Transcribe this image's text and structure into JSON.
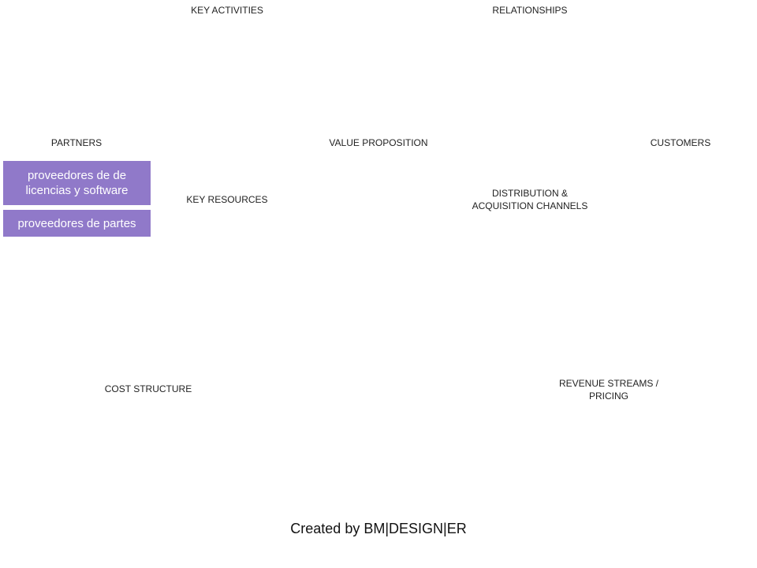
{
  "canvas": {
    "sections": {
      "key_activities": "KEY ACTIVITIES",
      "relationships": "RELATIONSHIPS",
      "partners": "PARTNERS",
      "value_proposition": "VALUE PROPOSITION",
      "customers": "CUSTOMERS",
      "key_resources": "KEY RESOURCES",
      "distribution_channels": "DISTRIBUTION  &\nACQUISITION  CHANNELS",
      "cost_structure": "COST  STRUCTURE",
      "revenue_streams": "REVENUE  STREAMS  /\nPRICING"
    },
    "partner_notes": [
      "proveedores de de licencias y software",
      "proveedores de partes"
    ],
    "note_color": "#9079c9"
  },
  "footer": {
    "credit": "Created by BM|DESIGN|ER"
  }
}
